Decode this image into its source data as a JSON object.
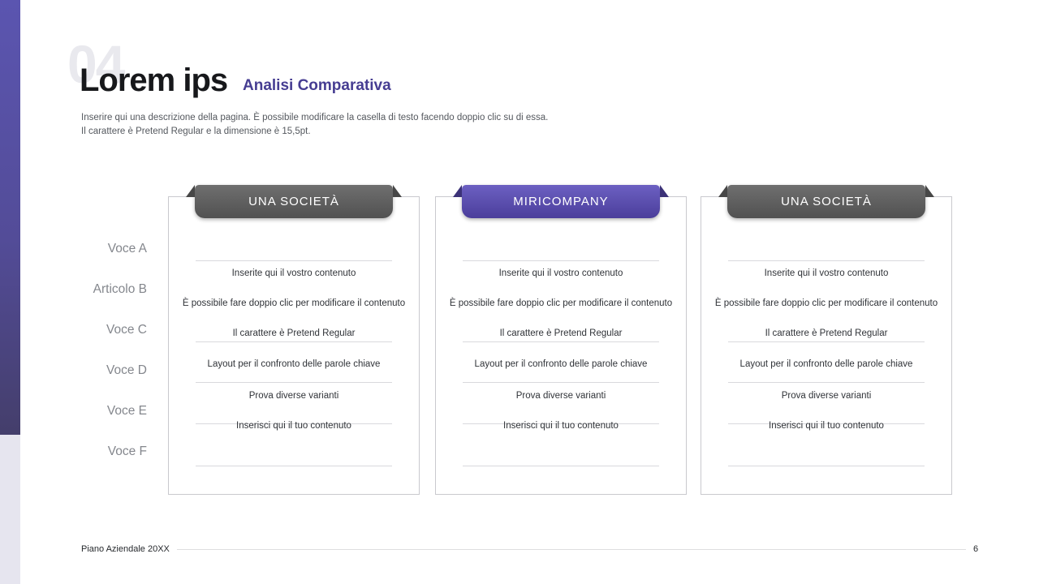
{
  "colors": {
    "accent_purple": "#463d92",
    "sidebar_gradient_top": "#5b55b0",
    "sidebar_gradient_bottom": "#443e6b",
    "sidebar_lower_strip": "#e6e5ef",
    "ribbon_gray_top": "#6f6f6f",
    "ribbon_gray_bottom": "#515151",
    "ribbon_purple_top": "#6c60c2",
    "ribbon_purple_bottom": "#4b3e9b",
    "chapter_number_color": "#e9e9ee"
  },
  "header": {
    "chapter_number": "04",
    "title": "Lorem ips",
    "subtitle": "Analisi Comparativa",
    "description_line1": "Inserire qui una descrizione della pagina. È possibile modificare la casella di testo facendo doppio clic su di essa.",
    "description_line2": "Il carattere è Pretend Regular e la dimensione è 15,5pt."
  },
  "row_labels": [
    "Voce A",
    "Articolo B",
    "Voce C",
    "Voce D",
    "Voce E",
    "Voce F"
  ],
  "columns": [
    {
      "header": "UNA SOCIETÀ",
      "style": "gray",
      "rows": [
        "Inserite qui il vostro contenuto",
        "È possibile fare doppio clic per modificare il contenuto",
        "Il carattere è Pretend Regular",
        "Layout per il confronto delle parole chiave",
        "Prova diverse varianti",
        "Inserisci qui il tuo contenuto"
      ]
    },
    {
      "header": "MIRICOMPANY",
      "style": "purple",
      "rows": [
        "Inserite qui il vostro contenuto",
        "È possibile fare doppio clic per modificare il contenuto",
        "Il carattere è Pretend Regular",
        "Layout per il confronto delle parole chiave",
        "Prova diverse varianti",
        "Inserisci qui il tuo contenuto"
      ]
    },
    {
      "header": "UNA SOCIETÀ",
      "style": "gray",
      "rows": [
        "Inserite qui il vostro contenuto",
        "È possibile fare doppio clic per modificare il contenuto",
        "Il carattere è Pretend Regular",
        "Layout per il confronto delle parole chiave",
        "Prova diverse varianti",
        "Inserisci qui il tuo contenuto"
      ]
    }
  ],
  "footer": {
    "label": "Piano Aziendale 20XX",
    "page_number": "6"
  }
}
